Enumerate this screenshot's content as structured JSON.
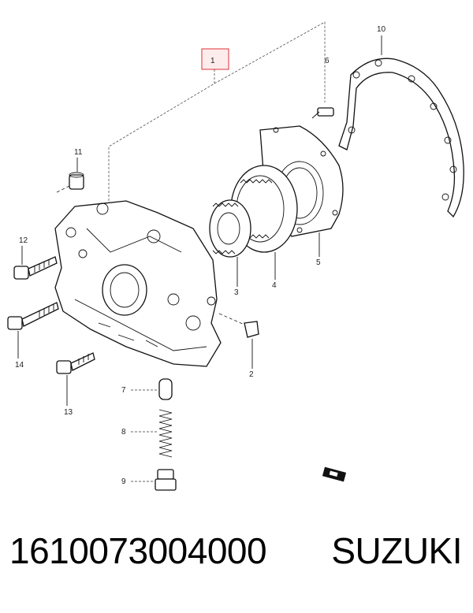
{
  "diagram": {
    "callouts": {
      "c1": "1",
      "c2": "2",
      "c3": "3",
      "c4": "4",
      "c5": "5",
      "c6": "6",
      "c7": "7",
      "c8": "8",
      "c9": "9",
      "c10": "10",
      "c11": "11",
      "c12": "12",
      "c13": "13",
      "c14": "14"
    },
    "highlight_color": "#e0303a"
  },
  "footer": {
    "part_number": "1610073004000",
    "brand": "SUZUKI"
  }
}
